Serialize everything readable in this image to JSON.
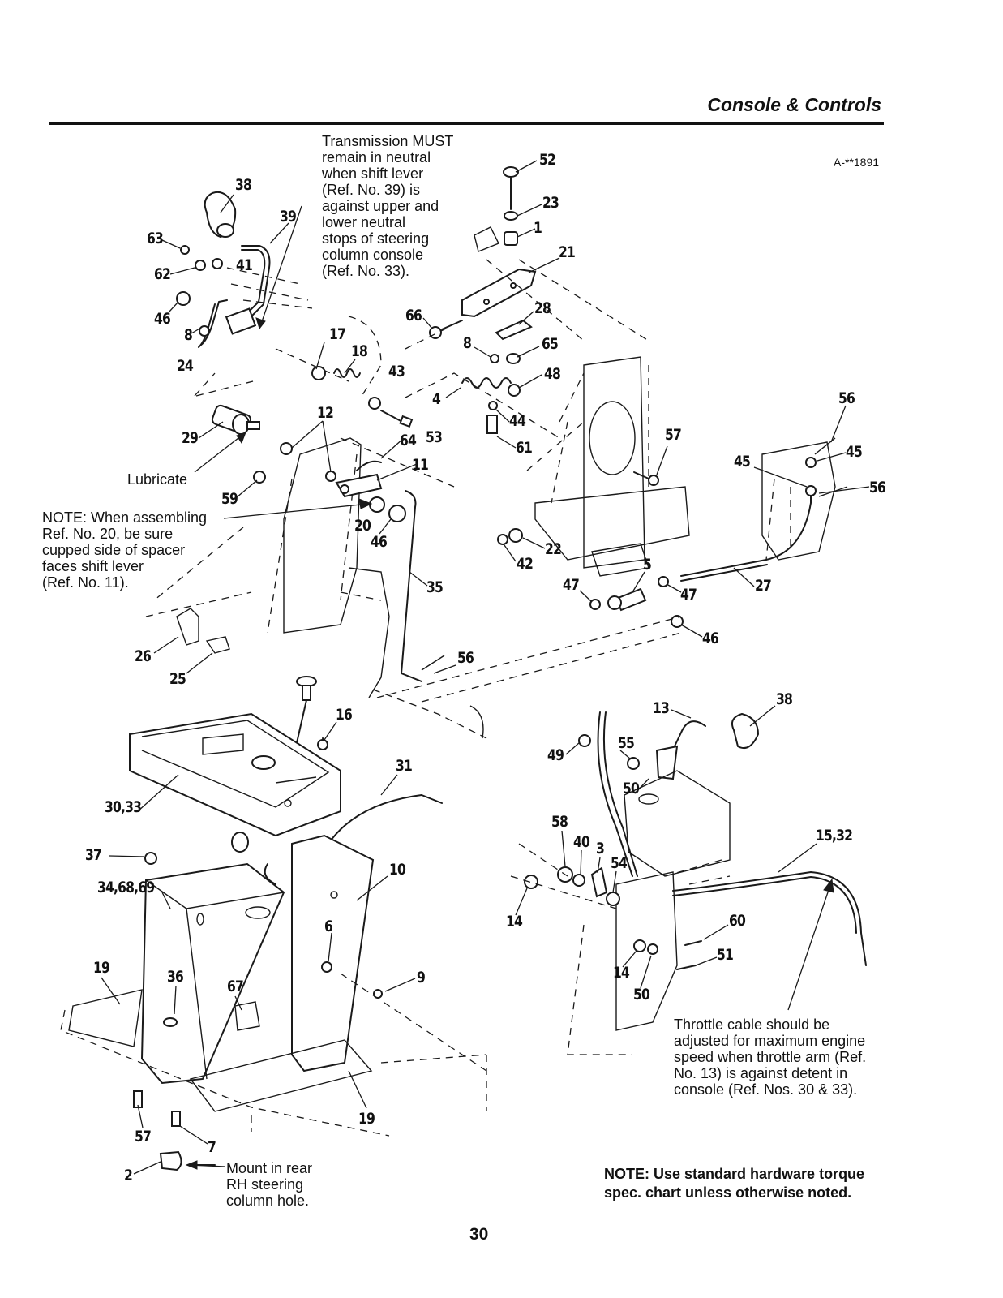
{
  "header": {
    "title": "Console & Controls",
    "figure_id": "A-**1891"
  },
  "notes": {
    "transmission": [
      "Transmission MUST",
      "remain in neutral",
      "when shift lever",
      "(Ref. No. 39) is",
      "against upper and",
      "lower neutral",
      "stops of steering",
      "column console",
      "(Ref. No. 33)."
    ],
    "lubricate": "Lubricate",
    "spacer": [
      "NOTE: When assembling",
      "Ref. No. 20, be sure",
      "cupped side of spacer",
      "faces shift lever",
      "(Ref. No. 11)."
    ],
    "throttle": [
      "Throttle cable should be",
      "adjusted for maximum engine",
      "speed when throttle arm (Ref.",
      "No. 13) is against detent in",
      "console (Ref. Nos. 30 & 33)."
    ],
    "mount": [
      "Mount in rear",
      "RH steering",
      "column hole."
    ],
    "torque": [
      "NOTE: Use standard hardware torque",
      "spec. chart unless otherwise noted."
    ]
  },
  "callouts": [
    "38",
    "39",
    "63",
    "41",
    "62",
    "46",
    "8",
    "24",
    "17",
    "18",
    "43",
    "29",
    "12",
    "64",
    "53",
    "11",
    "59",
    "20",
    "46",
    "52",
    "23",
    "1",
    "21",
    "66",
    "28",
    "8",
    "65",
    "48",
    "4",
    "44",
    "61",
    "57",
    "22",
    "42",
    "56",
    "45",
    "45",
    "56",
    "35",
    "5",
    "47",
    "47",
    "27",
    "46",
    "26",
    "25",
    "56",
    "16",
    "31",
    "13",
    "38",
    "55",
    "49",
    "50",
    "58",
    "40",
    "3",
    "54",
    "15,32",
    "60",
    "51",
    "14",
    "14",
    "50",
    "30,33",
    "37",
    "34,68,69",
    "10",
    "6",
    "9",
    "19",
    "36",
    "67",
    "19",
    "57",
    "7",
    "2"
  ],
  "page_number": "30"
}
